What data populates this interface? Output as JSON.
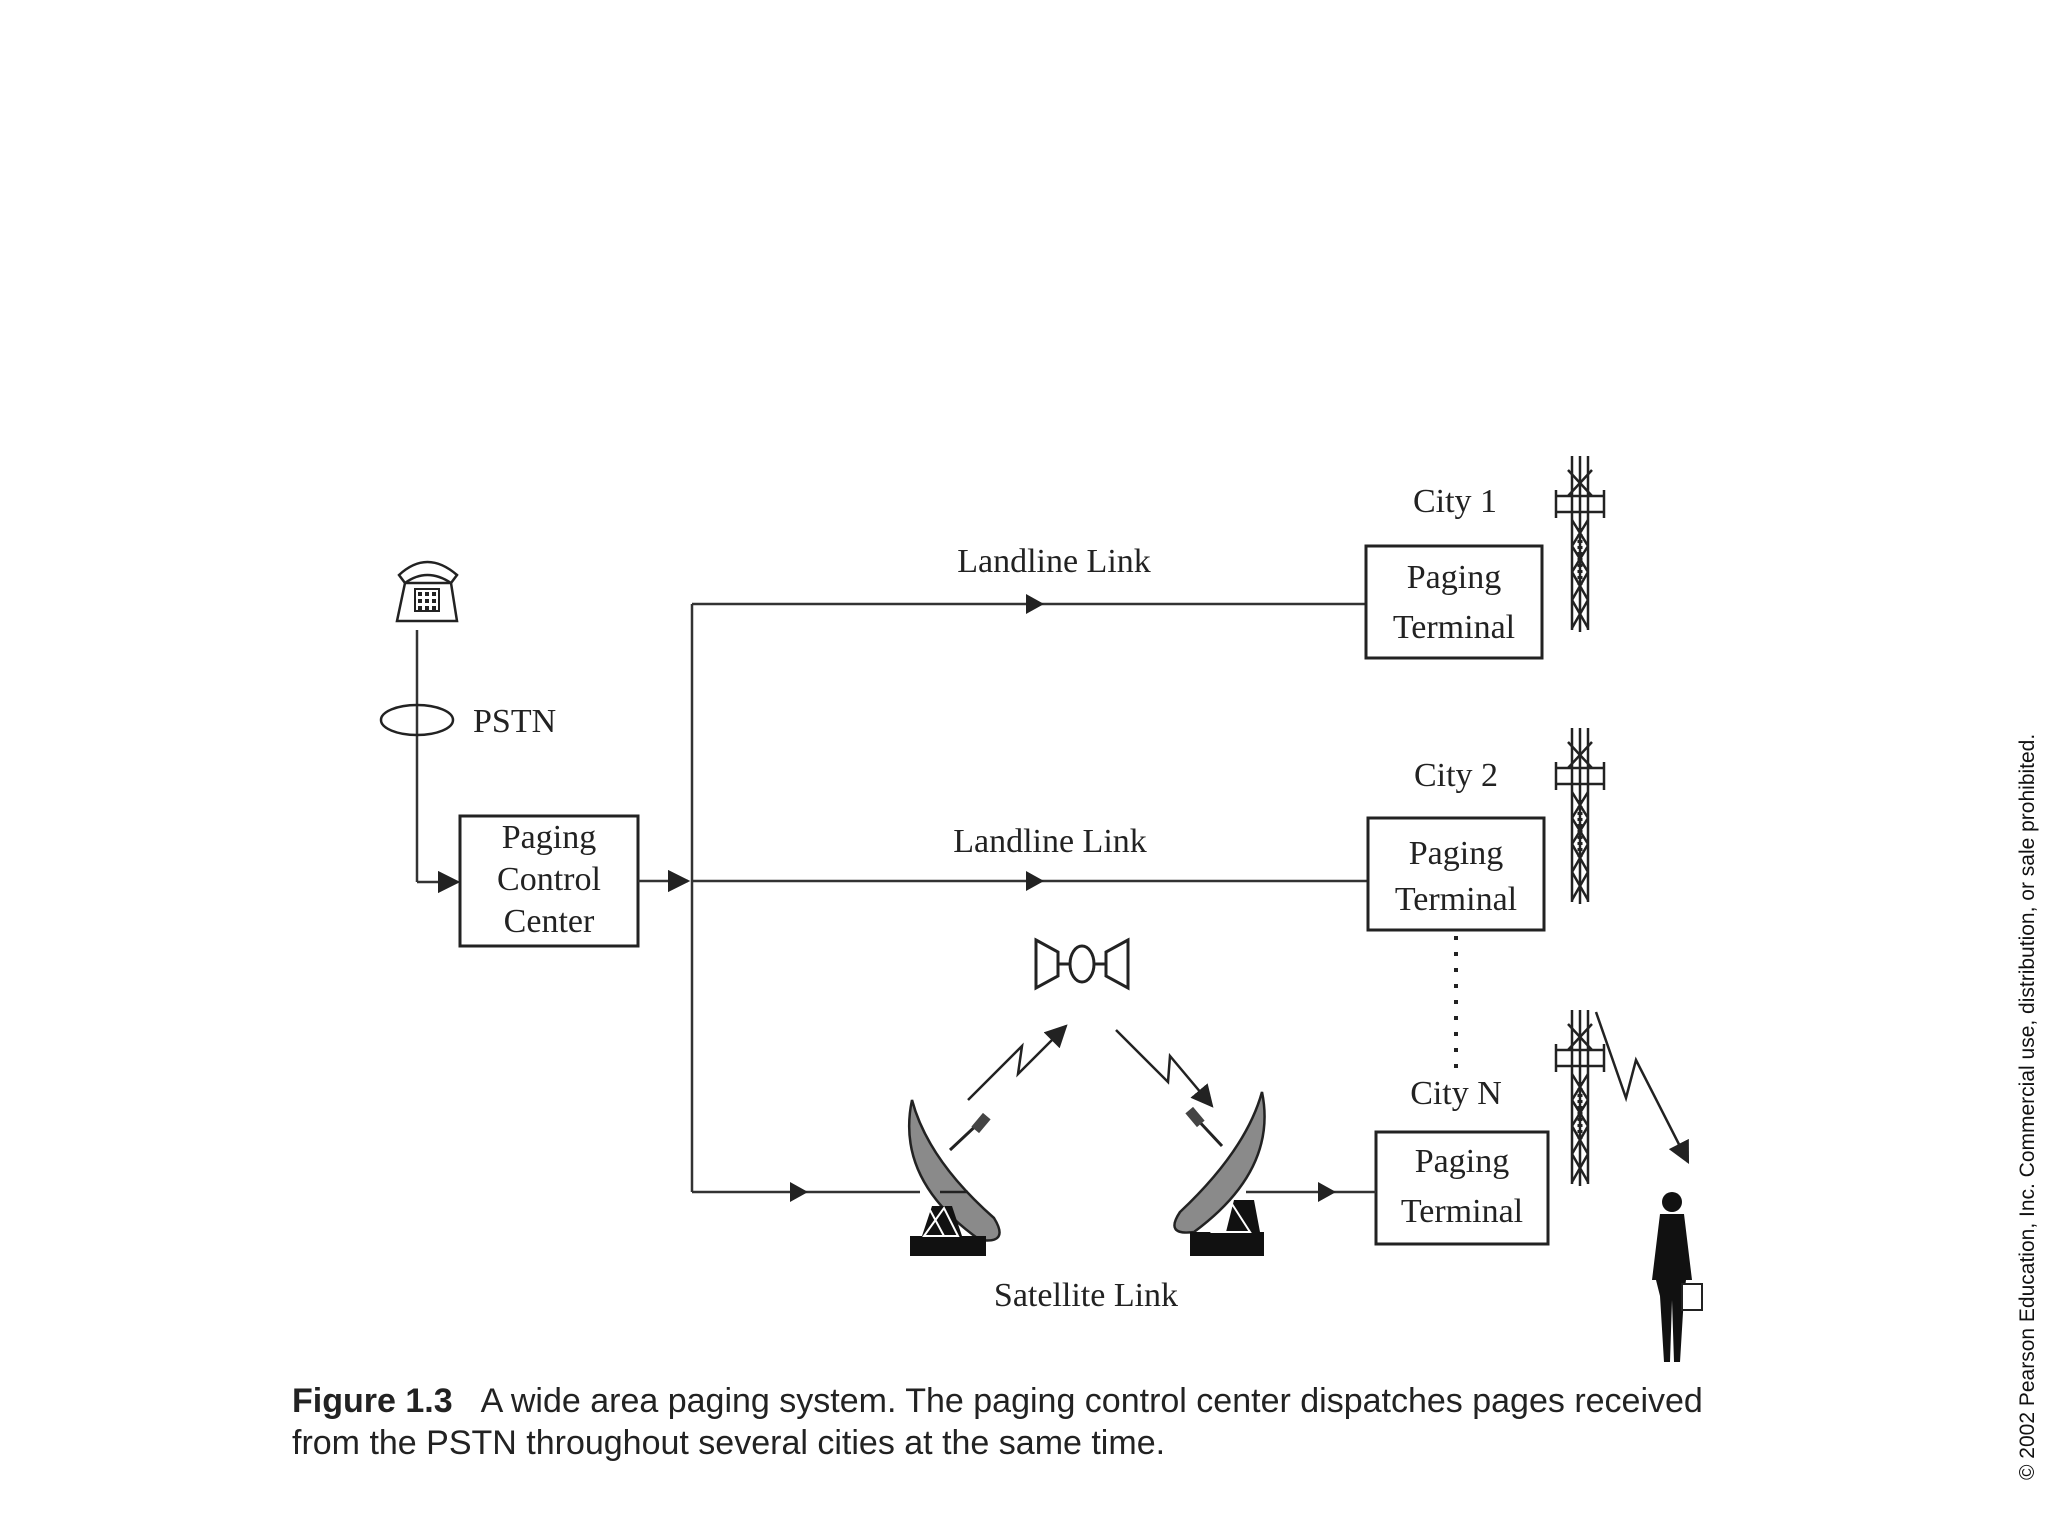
{
  "labels": {
    "pstn": "PSTN",
    "landline_link_1": "Landline Link",
    "landline_link_2": "Landline Link",
    "satellite_link": "Satellite Link",
    "city_1": "City 1",
    "city_2": "City 2",
    "city_n": "City N"
  },
  "paging_control_center": [
    "Paging",
    "Control",
    "Center"
  ],
  "paging_terminal": [
    "Paging",
    "Terminal"
  ],
  "caption": {
    "figure_number": "Figure 1.3",
    "text_line_1": "A wide area paging system. The paging control center dispatches pages received",
    "text_line_2": "from the PSTN throughout several cities at the same time."
  },
  "copyright": "© 2002 Pearson Education, Inc. Commercial use, distribution, or sale prohibited."
}
